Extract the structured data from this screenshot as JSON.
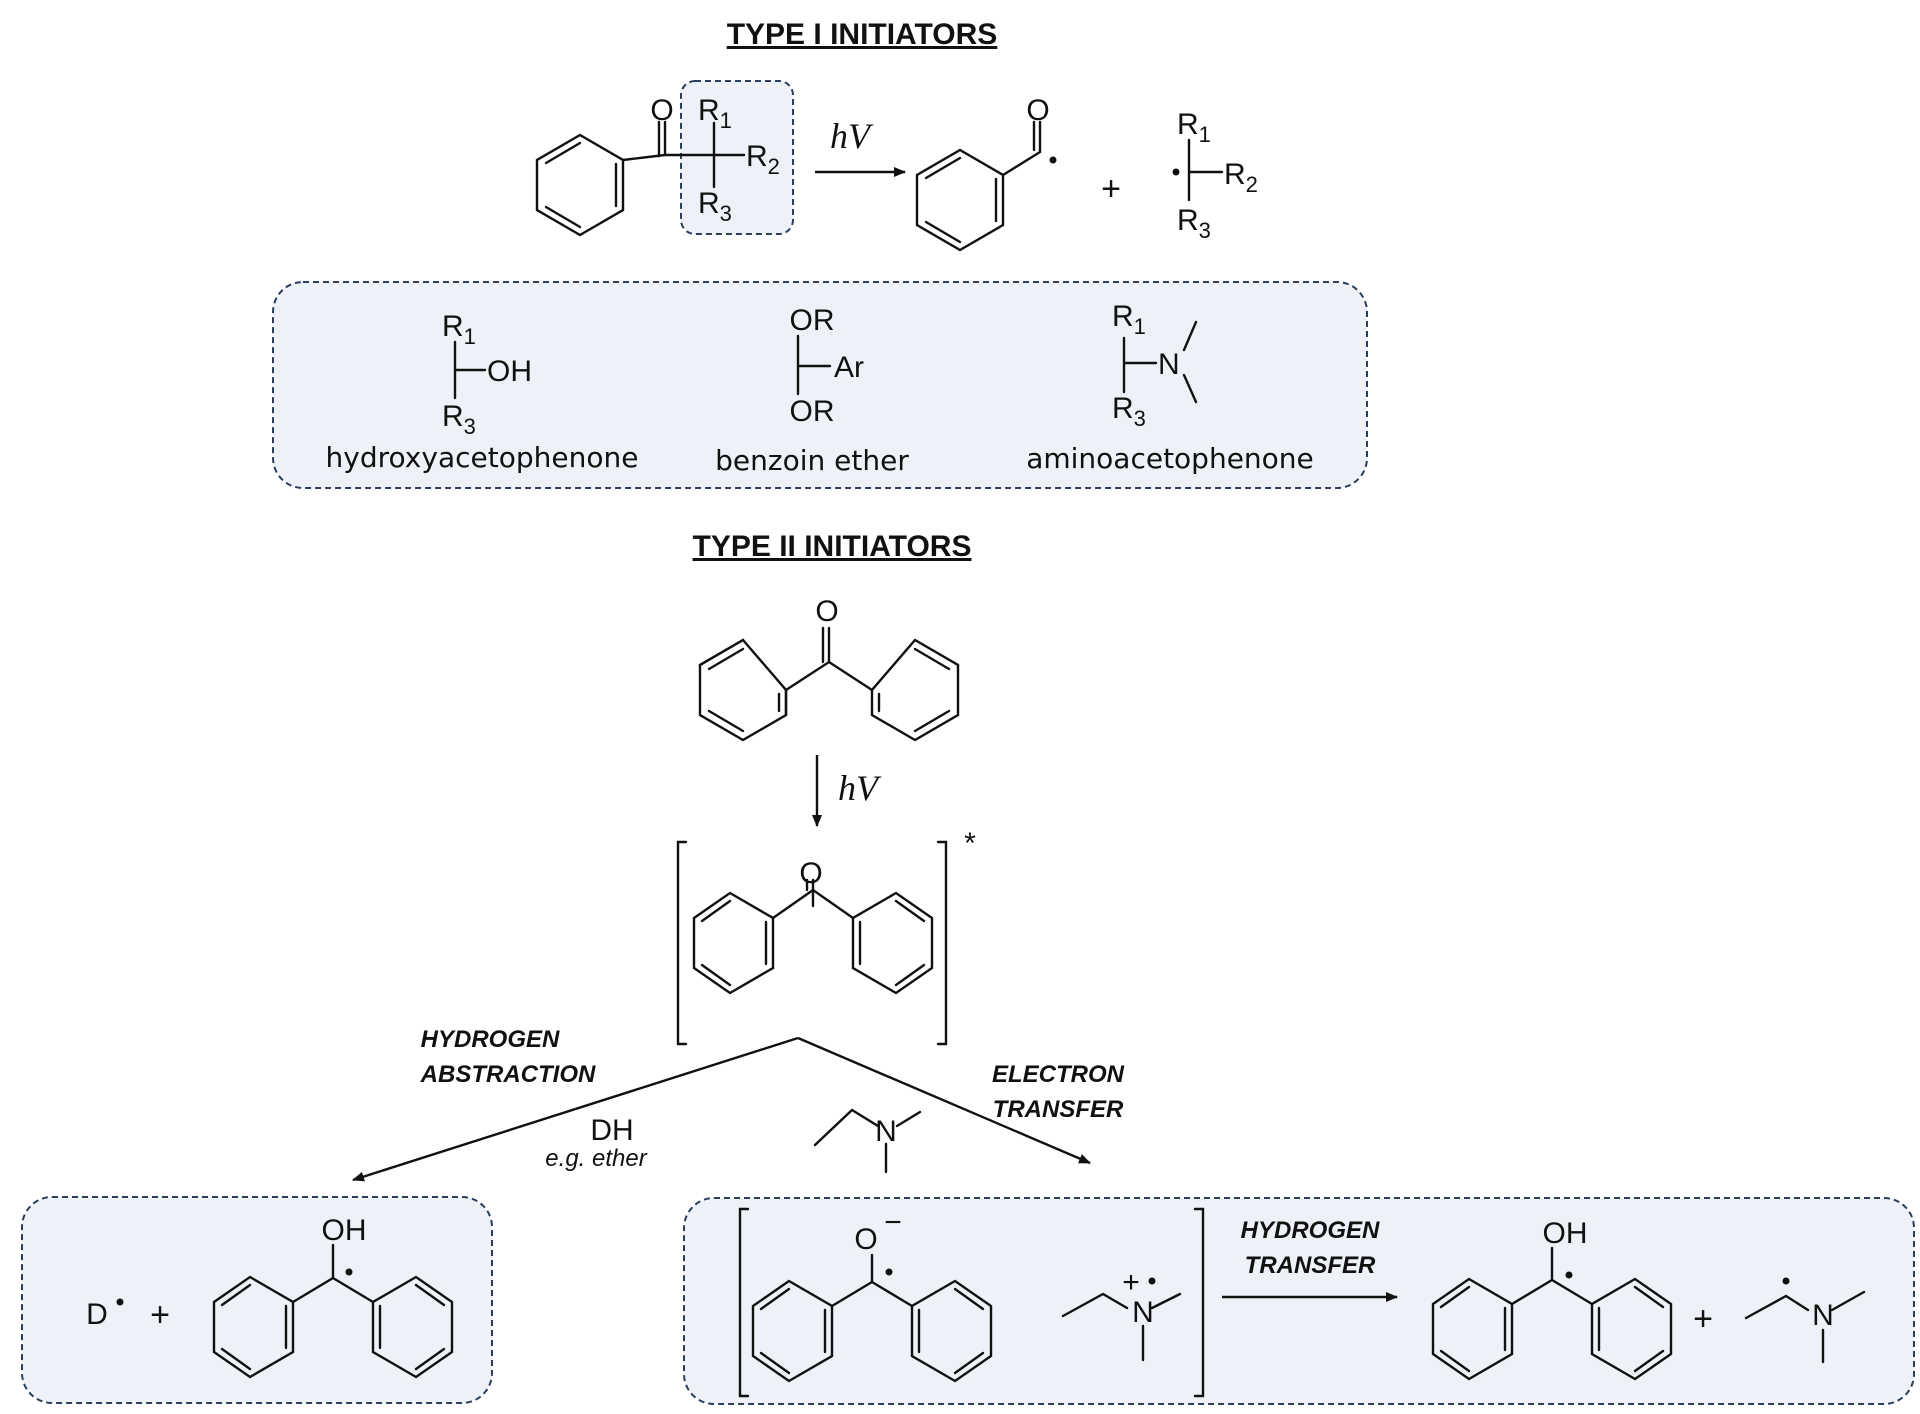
{
  "headings": {
    "type1": "TYPE I INITIATORS",
    "type2": "TYPE II INITIATORS"
  },
  "labels": {
    "hv": "hV",
    "plus": "+",
    "star": "*",
    "minus": "−",
    "cation_plus": "+"
  },
  "atoms": {
    "O": "O",
    "R": "R",
    "sub1": "1",
    "sub2": "2",
    "sub3": "3",
    "OH": "OH",
    "OR": "OR",
    "Ar": "Ar",
    "N": "N",
    "D": "D"
  },
  "captions": {
    "hydroxy": "hydroxyacetophenone",
    "benzoin": "benzoin ether",
    "amino": "aminoacetophenone"
  },
  "steps": {
    "hydrogen": "HYDROGEN",
    "abstraction": "ABSTRACTION",
    "electron": "ELECTRON",
    "transfer": "TRANSFER",
    "hydrogen2": "HYDROGEN",
    "transfer2": "TRANSFER"
  },
  "reagent": {
    "dh": "DH",
    "example": "e.g. ether"
  },
  "colors": {
    "box_fill": "#eef2f8",
    "box_border": "#2c3e5e",
    "ink": "#111111"
  }
}
